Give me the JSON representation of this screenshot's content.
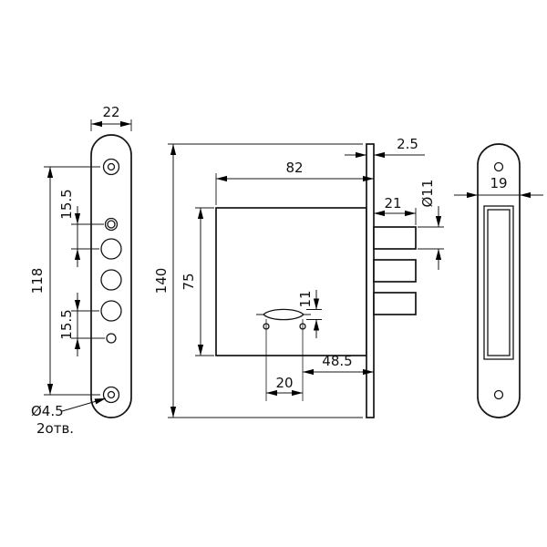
{
  "drawing_labels": {
    "front_view": {
      "width": "22",
      "screw_spacing": "118",
      "upper_gap": "15.5",
      "lower_gap": "15.5",
      "screw_dia": "Ø4.5",
      "screw_count": "2отв."
    },
    "side_view": {
      "plate_thickness": "2.5",
      "body_width": "82",
      "body_height": "75",
      "plate_height": "140",
      "bolt_length": "21",
      "bolt_dia": "Ø11",
      "key_height": "11",
      "backset": "48.5",
      "hole_spacing": "20"
    },
    "strike_view": {
      "width": "19"
    }
  }
}
